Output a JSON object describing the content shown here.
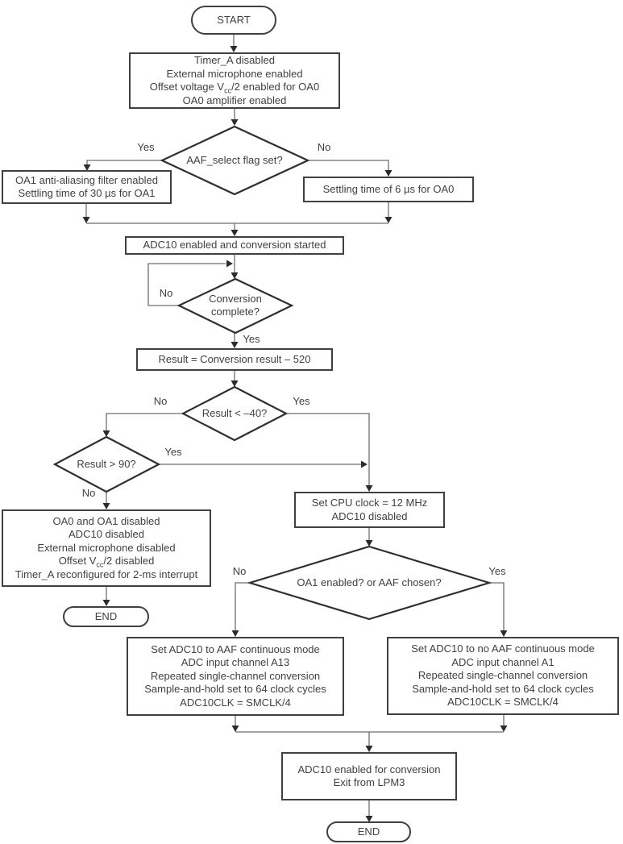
{
  "title": "ADC10 microphone sampling flowchart",
  "colors": {
    "background": "#ffffff",
    "shape_border": "#3f4042",
    "diamond_border": "#2f2f31",
    "connector": "#6d6e71",
    "arrowhead": "#2b2b2d",
    "text": "#414042"
  },
  "nodes": {
    "start": {
      "label": "START"
    },
    "init": {
      "line1": "Timer_A disabled",
      "line2": "External microphone enabled",
      "line3_pre": "Offset voltage V",
      "line3_sub": "cc",
      "line3_post": "/2 enabled for OA0",
      "line4": "OA0 amplifier enabled"
    },
    "aaf_select": {
      "label": "AAF_select flag set?",
      "yes": "Yes",
      "no": "No"
    },
    "oa1_filter": {
      "line1": "OA1 anti-aliasing filter enabled",
      "line2": "Settling time of 30 µs for OA1"
    },
    "settle6": {
      "line1": "Settling time of 6 µs for OA0"
    },
    "adc_start": {
      "line1": "ADC10 enabled and conversion started"
    },
    "conv_complete": {
      "line1": "Conversion",
      "line2": "complete?",
      "yes": "Yes",
      "no": "No"
    },
    "result_calc": {
      "line1": "Result = Conversion result – 520"
    },
    "result_lt": {
      "label": "Result < –40?",
      "yes": "Yes",
      "no": "No"
    },
    "result_gt": {
      "label": "Result > 90?",
      "yes": "Yes",
      "no": "No"
    },
    "shutdown": {
      "line1": "OA0 and OA1 disabled",
      "line2": "ADC10 disabled",
      "line3": "External microphone disabled",
      "line4_pre": "Offset V",
      "line4_sub": "cc",
      "line4_post": "/2 disabled",
      "line5": "Timer_A reconfigured for 2-ms interrupt"
    },
    "end1": {
      "label": "END"
    },
    "cpu": {
      "line1": "Set CPU clock = 12 MHz",
      "line2": "ADC10 disabled"
    },
    "oa1_or_aaf": {
      "label": "OA1 enabled? or AAF chosen?",
      "yes": "Yes",
      "no": "No"
    },
    "aaf_mode": {
      "line1": "Set ADC10 to AAF continuous mode",
      "line2": "ADC input channel A13",
      "line3": "Repeated single-channel conversion",
      "line4": "Sample-and-hold set to 64 clock cycles",
      "line5": "ADC10CLK = SMCLK/4"
    },
    "no_aaf_mode": {
      "line1": "Set ADC10 to no AAF continuous mode",
      "line2": "ADC input channel A1",
      "line3": "Repeated single-channel conversion",
      "line4": "Sample-and-hold set to 64 clock cycles",
      "line5": "ADC10CLK = SMCLK/4"
    },
    "final": {
      "line1": "ADC10 enabled for conversion",
      "line2": "Exit from LPM3"
    },
    "end2": {
      "label": "END"
    }
  }
}
